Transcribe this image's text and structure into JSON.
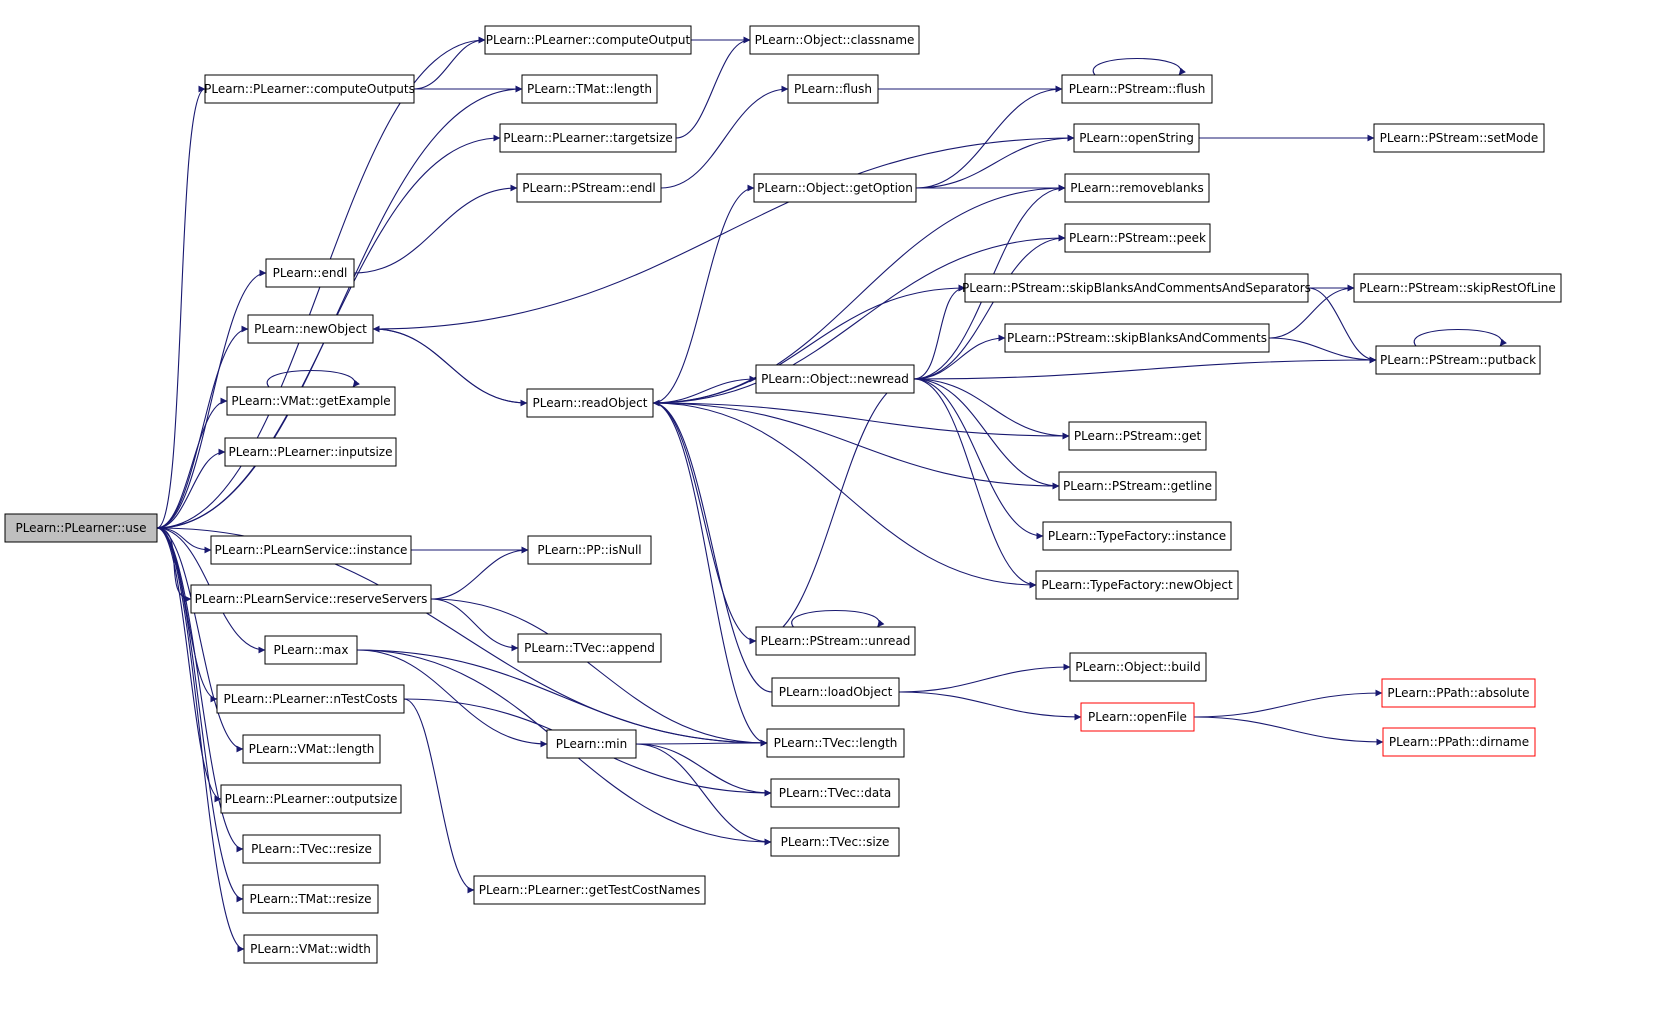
{
  "colors": {
    "edge": "#191970",
    "node_border": "#000000",
    "root_fill": "#bfbfbf",
    "external_border": "#ff0000"
  },
  "nodes": [
    {
      "id": "use",
      "label": "PLearn::PLearner::use",
      "style": "root"
    },
    {
      "id": "computeOutputs",
      "label": "PLearn::PLearner::computeOutputs",
      "style": "normal"
    },
    {
      "id": "computeOutput",
      "label": "PLearn::PLearner::computeOutput",
      "style": "normal"
    },
    {
      "id": "classname",
      "label": "PLearn::Object::classname",
      "style": "normal"
    },
    {
      "id": "tmatLength",
      "label": "PLearn::TMat::length",
      "style": "normal"
    },
    {
      "id": "targetsize",
      "label": "PLearn::PLearner::targetsize",
      "style": "normal"
    },
    {
      "id": "flush",
      "label": "PLearn::flush",
      "style": "normal"
    },
    {
      "id": "pstreamFlush",
      "label": "PLearn::PStream::flush",
      "style": "normal"
    },
    {
      "id": "pstreamEndl",
      "label": "PLearn::PStream::endl",
      "style": "normal"
    },
    {
      "id": "openString",
      "label": "PLearn::openString",
      "style": "normal"
    },
    {
      "id": "setMode",
      "label": "PLearn::PStream::setMode",
      "style": "normal"
    },
    {
      "id": "getOption",
      "label": "PLearn::Object::getOption",
      "style": "normal"
    },
    {
      "id": "removeblanks",
      "label": "PLearn::removeblanks",
      "style": "normal"
    },
    {
      "id": "endl",
      "label": "PLearn::endl",
      "style": "normal"
    },
    {
      "id": "peek",
      "label": "PLearn::PStream::peek",
      "style": "normal"
    },
    {
      "id": "skipBCS",
      "label": "PLearn::PStream::skipBlanksAndCommentsAndSeparators",
      "style": "normal"
    },
    {
      "id": "skipRestOfLine",
      "label": "PLearn::PStream::skipRestOfLine",
      "style": "normal"
    },
    {
      "id": "newObject",
      "label": "PLearn::newObject",
      "style": "normal"
    },
    {
      "id": "skipBC",
      "label": "PLearn::PStream::skipBlanksAndComments",
      "style": "normal"
    },
    {
      "id": "putback",
      "label": "PLearn::PStream::putback",
      "style": "normal"
    },
    {
      "id": "getExample",
      "label": "PLearn::VMat::getExample",
      "style": "normal"
    },
    {
      "id": "newread",
      "label": "PLearn::Object::newread",
      "style": "normal"
    },
    {
      "id": "readObject",
      "label": "PLearn::readObject",
      "style": "normal"
    },
    {
      "id": "pstreamGet",
      "label": "PLearn::PStream::get",
      "style": "normal"
    },
    {
      "id": "inputsize",
      "label": "PLearn::PLearner::inputsize",
      "style": "normal"
    },
    {
      "id": "getline",
      "label": "PLearn::PStream::getline",
      "style": "normal"
    },
    {
      "id": "tfInstance",
      "label": "PLearn::TypeFactory::instance",
      "style": "normal"
    },
    {
      "id": "psInstance",
      "label": "PLearn::PLearnService::instance",
      "style": "normal"
    },
    {
      "id": "isNull",
      "label": "PLearn::PP::isNull",
      "style": "normal"
    },
    {
      "id": "tfNewObject",
      "label": "PLearn::TypeFactory::newObject",
      "style": "normal"
    },
    {
      "id": "reserveServers",
      "label": "PLearn::PLearnService::reserveServers",
      "style": "normal"
    },
    {
      "id": "unread",
      "label": "PLearn::PStream::unread",
      "style": "normal"
    },
    {
      "id": "append",
      "label": "PLearn::TVec::append",
      "style": "normal"
    },
    {
      "id": "max",
      "label": "PLearn::max",
      "style": "normal"
    },
    {
      "id": "objBuild",
      "label": "PLearn::Object::build",
      "style": "normal"
    },
    {
      "id": "loadObject",
      "label": "PLearn::loadObject",
      "style": "normal"
    },
    {
      "id": "nTestCosts",
      "label": "PLearn::PLearner::nTestCosts",
      "style": "normal"
    },
    {
      "id": "absolute",
      "label": "PLearn::PPath::absolute",
      "style": "external"
    },
    {
      "id": "openFile",
      "label": "PLearn::openFile",
      "style": "external"
    },
    {
      "id": "min",
      "label": "PLearn::min",
      "style": "normal"
    },
    {
      "id": "tvecLength",
      "label": "PLearn::TVec::length",
      "style": "normal"
    },
    {
      "id": "vmatLength",
      "label": "PLearn::VMat::length",
      "style": "normal"
    },
    {
      "id": "dirname",
      "label": "PLearn::PPath::dirname",
      "style": "external"
    },
    {
      "id": "tvecData",
      "label": "PLearn::TVec::data",
      "style": "normal"
    },
    {
      "id": "outputsize",
      "label": "PLearn::PLearner::outputsize",
      "style": "normal"
    },
    {
      "id": "tvecResize",
      "label": "PLearn::TVec::resize",
      "style": "normal"
    },
    {
      "id": "tvecSize",
      "label": "PLearn::TVec::size",
      "style": "normal"
    },
    {
      "id": "getTestCostNames",
      "label": "PLearn::PLearner::getTestCostNames",
      "style": "normal"
    },
    {
      "id": "tmatResize",
      "label": "PLearn::TMat::resize",
      "style": "normal"
    },
    {
      "id": "vmatWidth",
      "label": "PLearn::VMat::width",
      "style": "normal"
    }
  ],
  "edges": [
    [
      "use",
      "computeOutput"
    ],
    [
      "use",
      "computeOutputs"
    ],
    [
      "use",
      "tmatLength"
    ],
    [
      "use",
      "targetsize"
    ],
    [
      "use",
      "endl"
    ],
    [
      "use",
      "newObject"
    ],
    [
      "use",
      "getExample"
    ],
    [
      "use",
      "inputsize"
    ],
    [
      "use",
      "tvecLength"
    ],
    [
      "use",
      "psInstance"
    ],
    [
      "use",
      "reserveServers"
    ],
    [
      "use",
      "max"
    ],
    [
      "use",
      "nTestCosts"
    ],
    [
      "use",
      "vmatLength"
    ],
    [
      "use",
      "outputsize"
    ],
    [
      "use",
      "tvecResize"
    ],
    [
      "use",
      "tmatResize"
    ],
    [
      "use",
      "vmatWidth"
    ],
    [
      "computeOutputs",
      "computeOutput"
    ],
    [
      "computeOutputs",
      "tmatLength"
    ],
    [
      "computeOutput",
      "classname"
    ],
    [
      "targetsize",
      "classname"
    ],
    [
      "flush",
      "pstreamFlush"
    ],
    [
      "pstreamEndl",
      "flush"
    ],
    [
      "endl",
      "pstreamEndl"
    ],
    [
      "pstreamFlush",
      "pstreamFlush"
    ],
    [
      "openString",
      "setMode"
    ],
    [
      "getOption",
      "pstreamFlush"
    ],
    [
      "getOption",
      "openString"
    ],
    [
      "getOption",
      "removeblanks"
    ],
    [
      "newObject",
      "openString"
    ],
    [
      "newObject",
      "readObject"
    ],
    [
      "skipBCS",
      "skipRestOfLine"
    ],
    [
      "skipBCS",
      "putback"
    ],
    [
      "skipBC",
      "skipRestOfLine"
    ],
    [
      "skipBC",
      "putback"
    ],
    [
      "putback",
      "putback"
    ],
    [
      "getExample",
      "getExample"
    ],
    [
      "readObject",
      "newObject"
    ],
    [
      "readObject",
      "getOption"
    ],
    [
      "readObject",
      "removeblanks"
    ],
    [
      "readObject",
      "peek"
    ],
    [
      "readObject",
      "skipBCS"
    ],
    [
      "readObject",
      "newread"
    ],
    [
      "readObject",
      "pstreamGet"
    ],
    [
      "readObject",
      "getline"
    ],
    [
      "readObject",
      "tfNewObject"
    ],
    [
      "readObject",
      "unread"
    ],
    [
      "readObject",
      "tvecLength"
    ],
    [
      "newread",
      "removeblanks"
    ],
    [
      "newread",
      "peek"
    ],
    [
      "newread",
      "skipBCS"
    ],
    [
      "newread",
      "skipBC"
    ],
    [
      "newread",
      "putback"
    ],
    [
      "newread",
      "pstreamGet"
    ],
    [
      "newread",
      "getline"
    ],
    [
      "newread",
      "tfInstance"
    ],
    [
      "newread",
      "tfNewObject"
    ],
    [
      "newread",
      "unread"
    ],
    [
      "psInstance",
      "isNull"
    ],
    [
      "reserveServers",
      "isNull"
    ],
    [
      "reserveServers",
      "append"
    ],
    [
      "reserveServers",
      "tvecLength"
    ],
    [
      "unread",
      "unread"
    ],
    [
      "max",
      "min"
    ],
    [
      "max",
      "tvecLength"
    ],
    [
      "max",
      "tvecSize"
    ],
    [
      "loadObject",
      "readObject"
    ],
    [
      "loadObject",
      "objBuild"
    ],
    [
      "loadObject",
      "openFile"
    ],
    [
      "openFile",
      "absolute"
    ],
    [
      "openFile",
      "dirname"
    ],
    [
      "nTestCosts",
      "getTestCostNames"
    ],
    [
      "nTestCosts",
      "tvecData"
    ],
    [
      "min",
      "tvecLength"
    ],
    [
      "min",
      "tvecData"
    ],
    [
      "min",
      "tvecSize"
    ]
  ]
}
